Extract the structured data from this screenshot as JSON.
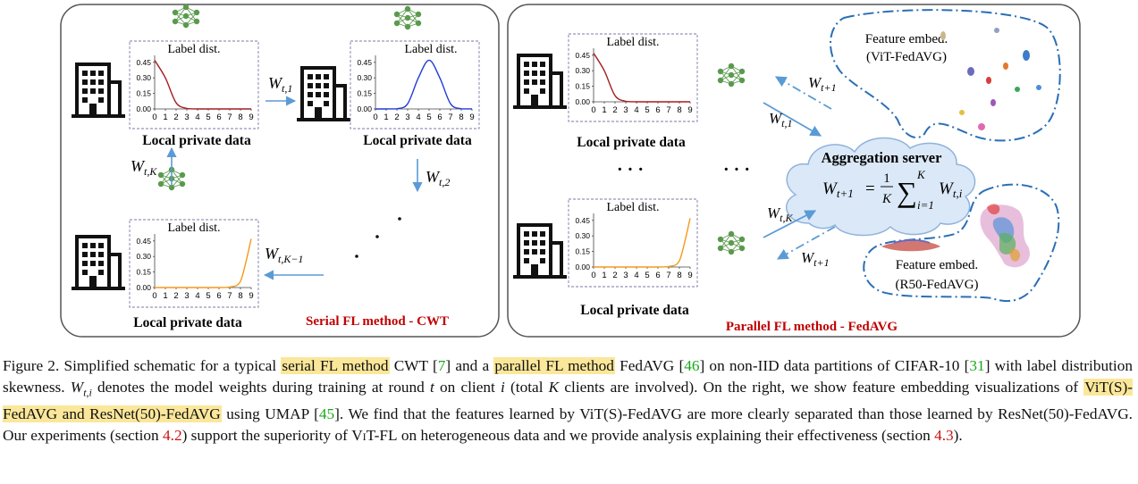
{
  "colors": {
    "panel_border": "#555555",
    "arrow": "#5b9bd5",
    "node": "#5a9a4d",
    "label_red": "#c00000",
    "curve_red": "#a41e22",
    "curve_blue": "#1f3bd6",
    "curve_orange": "#f59a1b",
    "highlight": "#fbe79a",
    "ref_green": "#1aa81a",
    "sec_red": "#cc1111"
  },
  "figure": {
    "serial_title": "Serial FL method - CWT",
    "parallel_title": "Parallel FL method - FedAVG",
    "client_caption": "Local private data",
    "chart_title": "Label dist.",
    "y_ticks": [
      "0.45",
      "0.30",
      "0.15",
      "0.00"
    ],
    "x_ticks": [
      "0",
      "1",
      "2",
      "3",
      "4",
      "5",
      "6",
      "7",
      "8",
      "9"
    ],
    "serial_weights": {
      "w1": {
        "base": "W",
        "sub": "t,1"
      },
      "w2": {
        "base": "W",
        "sub": "t,2"
      },
      "wk": {
        "base": "W",
        "sub": "t,K"
      },
      "wk1": {
        "base": "W",
        "sub": "t,K−1"
      }
    },
    "parallel_weights": {
      "up1": {
        "base": "W",
        "sub": "t,1"
      },
      "down1": {
        "base": "W",
        "sub": "t+1"
      },
      "upk": {
        "base": "W",
        "sub": "t,K"
      },
      "downk": {
        "base": "W",
        "sub": "t+1"
      }
    },
    "server_title": "Aggregation server",
    "formula": {
      "lhs": "W",
      "lhs_sub": "t+1",
      "eq": "=",
      "frac_num": "1",
      "frac_den": "K",
      "sum_top": "K",
      "sum_bottom": "i=1",
      "term": "W",
      "term_sub": "t,i"
    },
    "embed_vit": [
      "Feature embed.",
      "(ViT-FedAVG)"
    ],
    "embed_r50": [
      "Feature embed.",
      "(R50-FedAVG)"
    ],
    "ellipsis": "· · ·"
  },
  "chart_data": [
    {
      "type": "line",
      "title": "Label dist.",
      "x": [
        0,
        1,
        2,
        3,
        4,
        5,
        6,
        7,
        8,
        9
      ],
      "series": [
        {
          "values": [
            0.47,
            0.3,
            0.06,
            0.005,
            0,
            0,
            0,
            0,
            0,
            0
          ]
        }
      ],
      "ylim": [
        0,
        0.5
      ],
      "yticks": [
        0.0,
        0.15,
        0.3,
        0.45
      ]
    },
    {
      "type": "line",
      "title": "Label dist.",
      "x": [
        0,
        1,
        2,
        3,
        4,
        5,
        6,
        7,
        8,
        9
      ],
      "series": [
        {
          "values": [
            0,
            0,
            0.002,
            0.05,
            0.3,
            0.47,
            0.3,
            0.05,
            0.002,
            0
          ]
        }
      ],
      "ylim": [
        0,
        0.5
      ],
      "yticks": [
        0.0,
        0.15,
        0.3,
        0.45
      ]
    },
    {
      "type": "line",
      "title": "Label dist.",
      "x": [
        0,
        1,
        2,
        3,
        4,
        5,
        6,
        7,
        8,
        9
      ],
      "series": [
        {
          "values": [
            0,
            0,
            0,
            0,
            0,
            0,
            0,
            0.005,
            0.06,
            0.47
          ]
        }
      ],
      "ylim": [
        0,
        0.5
      ],
      "yticks": [
        0.0,
        0.15,
        0.3,
        0.45
      ]
    },
    {
      "type": "line",
      "title": "Label dist.",
      "x": [
        0,
        1,
        2,
        3,
        4,
        5,
        6,
        7,
        8,
        9
      ],
      "series": [
        {
          "values": [
            0.47,
            0.3,
            0.06,
            0.005,
            0,
            0,
            0,
            0,
            0,
            0
          ]
        }
      ],
      "ylim": [
        0,
        0.5
      ],
      "yticks": [
        0.0,
        0.15,
        0.3,
        0.45
      ]
    },
    {
      "type": "line",
      "title": "Label dist.",
      "x": [
        0,
        1,
        2,
        3,
        4,
        5,
        6,
        7,
        8,
        9
      ],
      "series": [
        {
          "values": [
            0,
            0,
            0,
            0,
            0,
            0,
            0,
            0.005,
            0.06,
            0.47
          ]
        }
      ],
      "ylim": [
        0,
        0.5
      ],
      "yticks": [
        0.0,
        0.15,
        0.3,
        0.45
      ]
    }
  ],
  "caption": {
    "s1": "Figure 2. Simplified schematic for a typical ",
    "h1": "serial FL method",
    "s2": " CWT [",
    "r1": "7",
    "s3": "] and a ",
    "h2": "parallel FL method",
    "s4": " FedAVG [",
    "r2": "46",
    "s5": "] on non-IID data partitions of CIFAR-10 [",
    "r3": "31",
    "s6": "] with label distribution skewness. ",
    "m1": "W",
    "m1sub": "t,i",
    "s7": " denotes the model weights during training at round ",
    "m2": "t",
    "s8": " on client ",
    "m3": "i",
    "s9": " (total ",
    "m4": "K",
    "s10": " clients are involved). On the right, we show feature embedding visualizations of ",
    "h3": "ViT(S)-FedAVG and ResNet(50)-FedAVG",
    "s11": " using UMAP [",
    "r4": "45",
    "s12": "]. We find that the features learned by ViT(S)-FedAVG are more clearly separated than those learned by ResNet(50)-FedAVG. Our experiments (section ",
    "r5": "4.2",
    "s13": ") support the superiority of ",
    "sc": "ViT-FL",
    "s14": " on heterogeneous data and we provide analysis explaining their effectiveness (section ",
    "r6": "4.3",
    "s15": ")."
  }
}
